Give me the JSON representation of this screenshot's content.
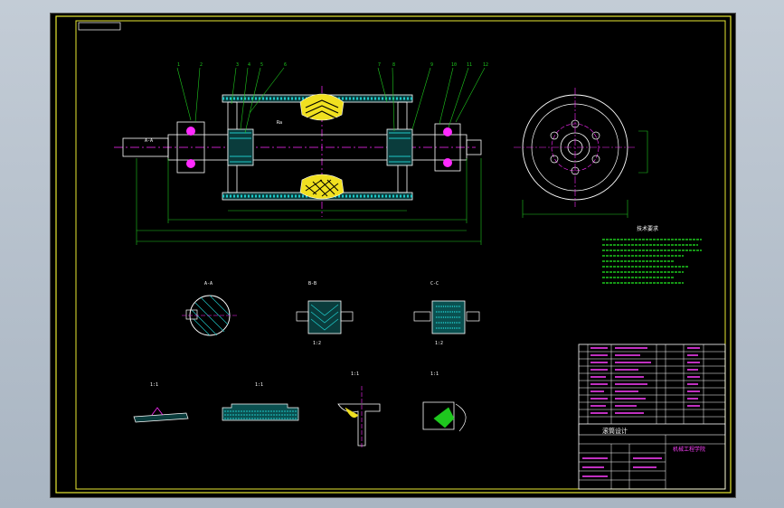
{
  "colors": {
    "background": "#000000",
    "frame": "#e8e832",
    "outline": "#ffffff",
    "dimension": "#1ec81e",
    "centerline": "#ff2aff",
    "hatch": "#1ec8c8",
    "rubber": "#f0e020",
    "table_text": "#ff40ff",
    "table_lines": "#ffffff"
  },
  "drawing": {
    "part_label_1": "1",
    "part_label_2": "2",
    "part_label_3": "3",
    "part_label_4": "4",
    "part_label_5": "5",
    "part_label_6": "6",
    "part_label_7": "7",
    "part_label_8": "8",
    "part_label_9": "9",
    "part_label_10": "10",
    "part_label_11": "11",
    "part_label_12": "12",
    "roughness_mark": "Ra",
    "section_a": "A-A",
    "section_b": "B-B",
    "section_c": "C-C",
    "view_tech_title": "技术要求",
    "scale_1_1": "1:1",
    "scale_1_2": "1:2"
  },
  "title_block": {
    "drawing_name": "滚筒设计",
    "company": "机械工程学院"
  },
  "icons": [
    "roughness-symbol-icon",
    "weld-symbol-icon",
    "section-arrow-icon"
  ]
}
